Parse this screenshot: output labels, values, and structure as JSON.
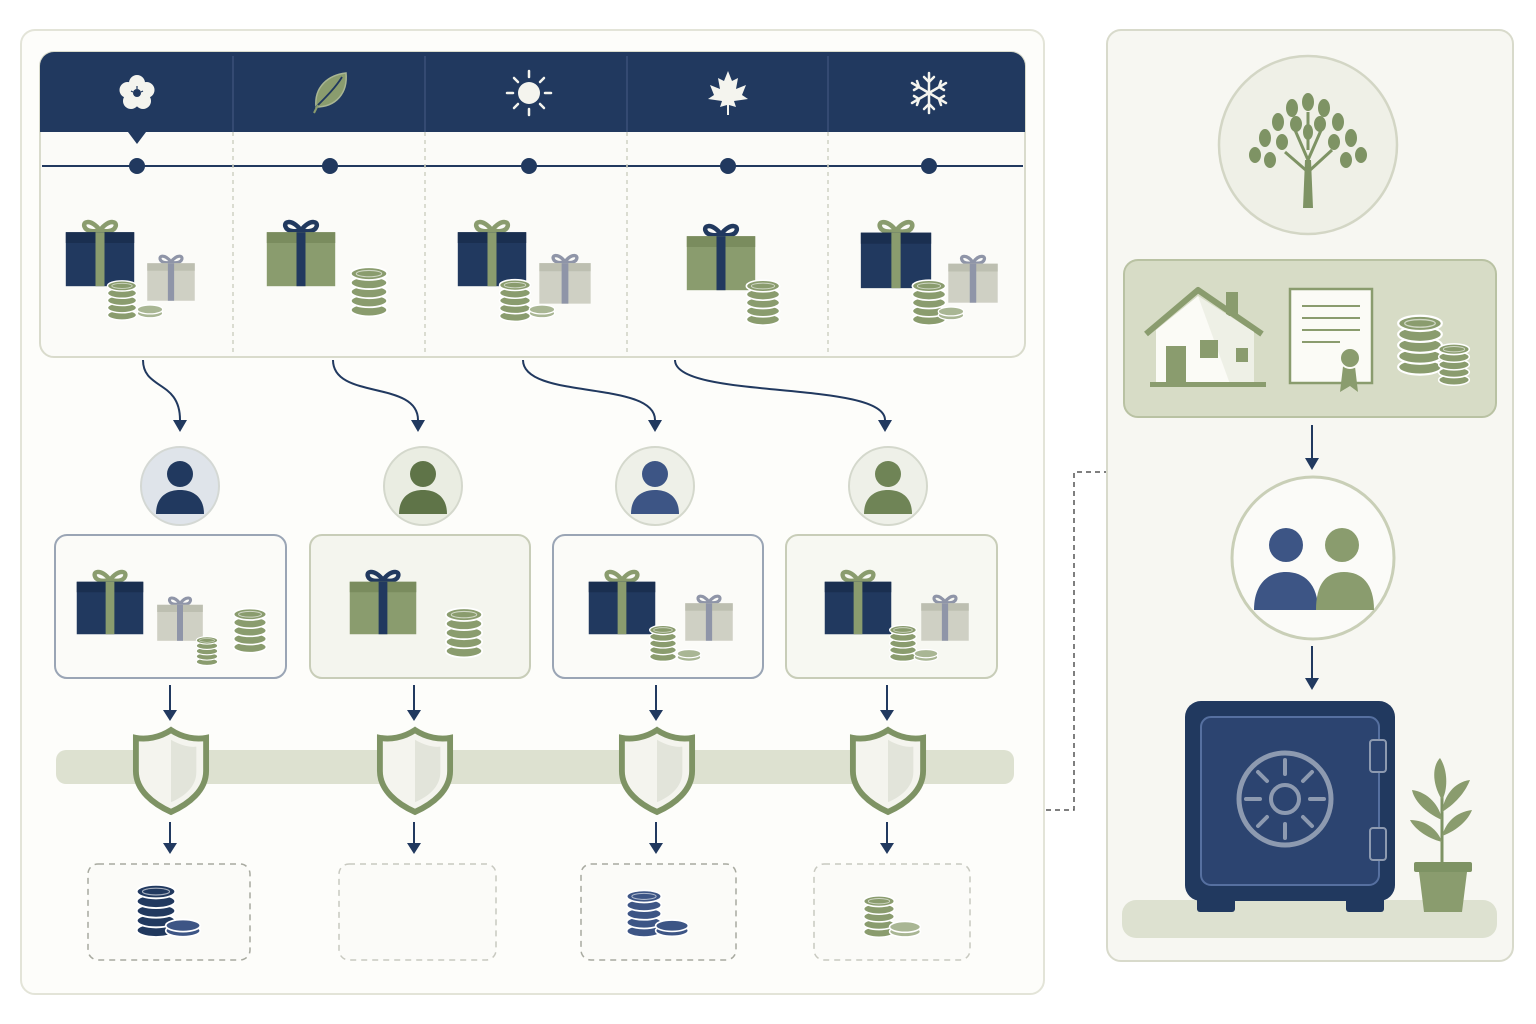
{
  "colors": {
    "navy": "#21395f",
    "navy_mid": "#3d5585",
    "sage": "#8a9c6e",
    "sage_dark": "#5f7448",
    "sage_light": "#a9b694",
    "gray_light": "#cfd0c4",
    "panel_bg": "#f7f7f2",
    "track": "#dde1d0",
    "border": "#dcdccf"
  },
  "seasons": [
    {
      "name": "spring",
      "icon": "blossom-icon"
    },
    {
      "name": "summer",
      "icon": "leaf-icon"
    },
    {
      "name": "sun",
      "icon": "sun-icon"
    },
    {
      "name": "autumn",
      "icon": "maple-leaf-icon"
    },
    {
      "name": "winter",
      "icon": "snowflake-icon"
    }
  ],
  "recipients": [
    {
      "avatar": "person-icon",
      "outcome": "coin-stack"
    },
    {
      "avatar": "person-icon",
      "outcome": "empty"
    },
    {
      "avatar": "person-icon",
      "outcome": "coin-stack"
    },
    {
      "avatar": "person-icon",
      "outcome": "coin-stack"
    }
  ],
  "estate": {
    "icons": [
      "family-tree-icon",
      "house-icon",
      "certificate-icon",
      "coin-stack-icon",
      "family-icon",
      "safe-icon",
      "potted-plant-icon"
    ]
  }
}
